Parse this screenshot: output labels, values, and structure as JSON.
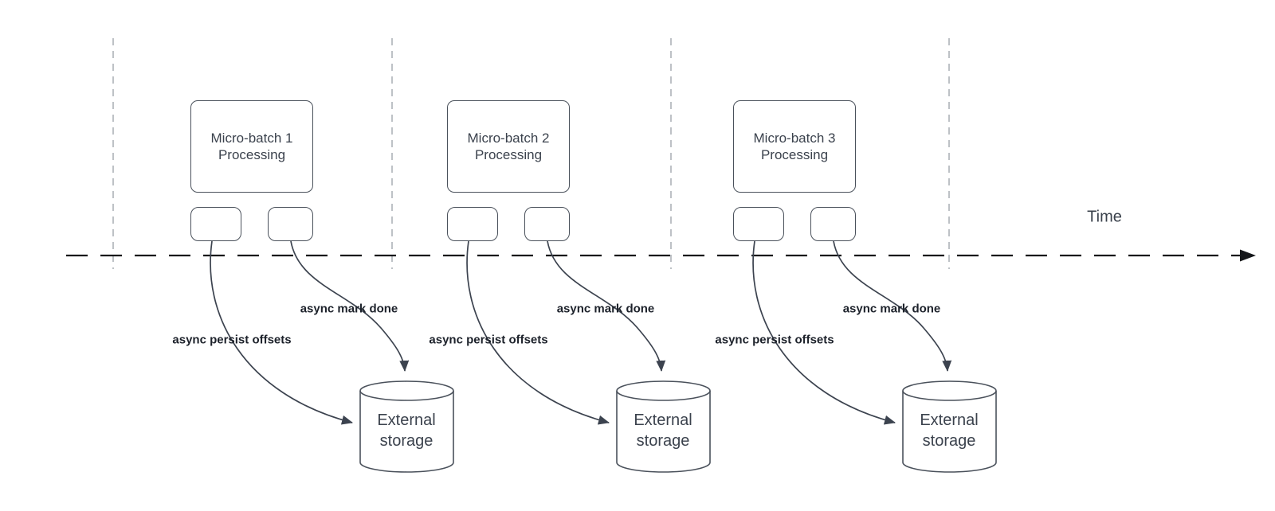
{
  "timeline": {
    "label": "Time"
  },
  "groups": [
    {
      "processing_title": "Micro-batch 1",
      "processing_subtitle": "Processing",
      "persist_label": "async persist offsets",
      "mark_done_label": "async mark done",
      "storage_line1": "External",
      "storage_line2": "storage"
    },
    {
      "processing_title": "Micro-batch 2",
      "processing_subtitle": "Processing",
      "persist_label": "async persist offsets",
      "mark_done_label": "async mark done",
      "storage_line1": "External",
      "storage_line2": "storage"
    },
    {
      "processing_title": "Micro-batch 3",
      "processing_subtitle": "Processing",
      "persist_label": "async persist offsets",
      "mark_done_label": "async mark done",
      "storage_line1": "External",
      "storage_line2": "storage"
    }
  ],
  "colors": {
    "shape_stroke": "#4a515b",
    "curve_stroke": "#3c434f",
    "text": "#3b424d",
    "bold_label_text": "#1d222b",
    "timeline": "#15171a",
    "guide_line": "#adb2b8",
    "background": "#ffffff"
  }
}
